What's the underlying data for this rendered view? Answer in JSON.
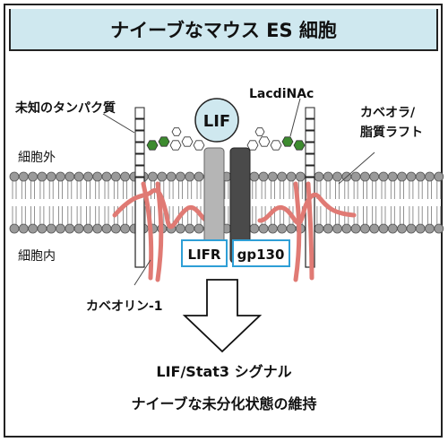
{
  "title": "ナイーブなマウス ES 細胞",
  "labels": {
    "unknown_protein": "未知のタンパク質",
    "lacdinac": "LacdiNAc",
    "caveola": "カベオラ/",
    "lipid_raft": "脂質ラフト",
    "extracellular": "細胞外",
    "intracellular": "細胞内",
    "lif": "LIF",
    "lifr": "LIFR",
    "gp130": "gp130",
    "caveolin": "カベオリン-1",
    "signal": "LIF/Stat3 シグナル",
    "outcome": "ナイーブな未分化状態の維持"
  },
  "colors": {
    "title_bg": "#cfe8ef",
    "lif_circle": "#cfe8ef",
    "receptor_box_border": "#2e9fd6",
    "lifr_bar": "#b5b5b5",
    "gp130_bar": "#4a4a4a",
    "caveolin": "#e07a74",
    "lacdinac_green": "#3d8b2f",
    "lipid_head": "#9a9a9a"
  }
}
